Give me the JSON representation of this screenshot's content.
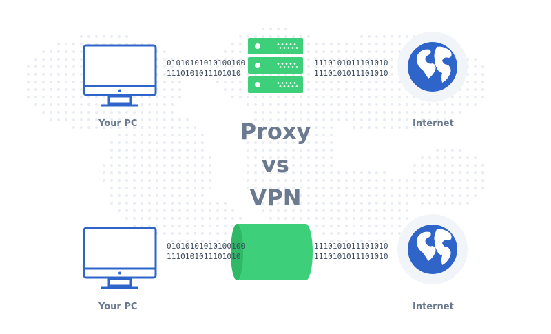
{
  "title": {
    "line1": "Proxy",
    "line2": "vs",
    "line3": "VPN"
  },
  "proxy_row": {
    "left_label": "Your PC",
    "right_label": "Internet",
    "bits_left": [
      "01010101010100100",
      "1110101011101010"
    ],
    "bits_right": [
      "1110101011101010",
      "1110101011101010"
    ]
  },
  "vpn_row": {
    "left_label": "Your PC",
    "right_label": "Internet",
    "bits_left": [
      "01010101010100100",
      "1110101011101010"
    ],
    "bits_right": [
      "1110101011101010",
      "1110101011101010"
    ]
  },
  "colors": {
    "accent_green": "#3ecf7a",
    "outline_blue": "#2f64c8",
    "globe_land": "#ffffff",
    "map_dots": "#e8edf3",
    "label_gray": "#6b7a8f"
  },
  "icons": [
    "monitor-icon",
    "server-rack-icon",
    "globe-icon",
    "tunnel-icon"
  ]
}
